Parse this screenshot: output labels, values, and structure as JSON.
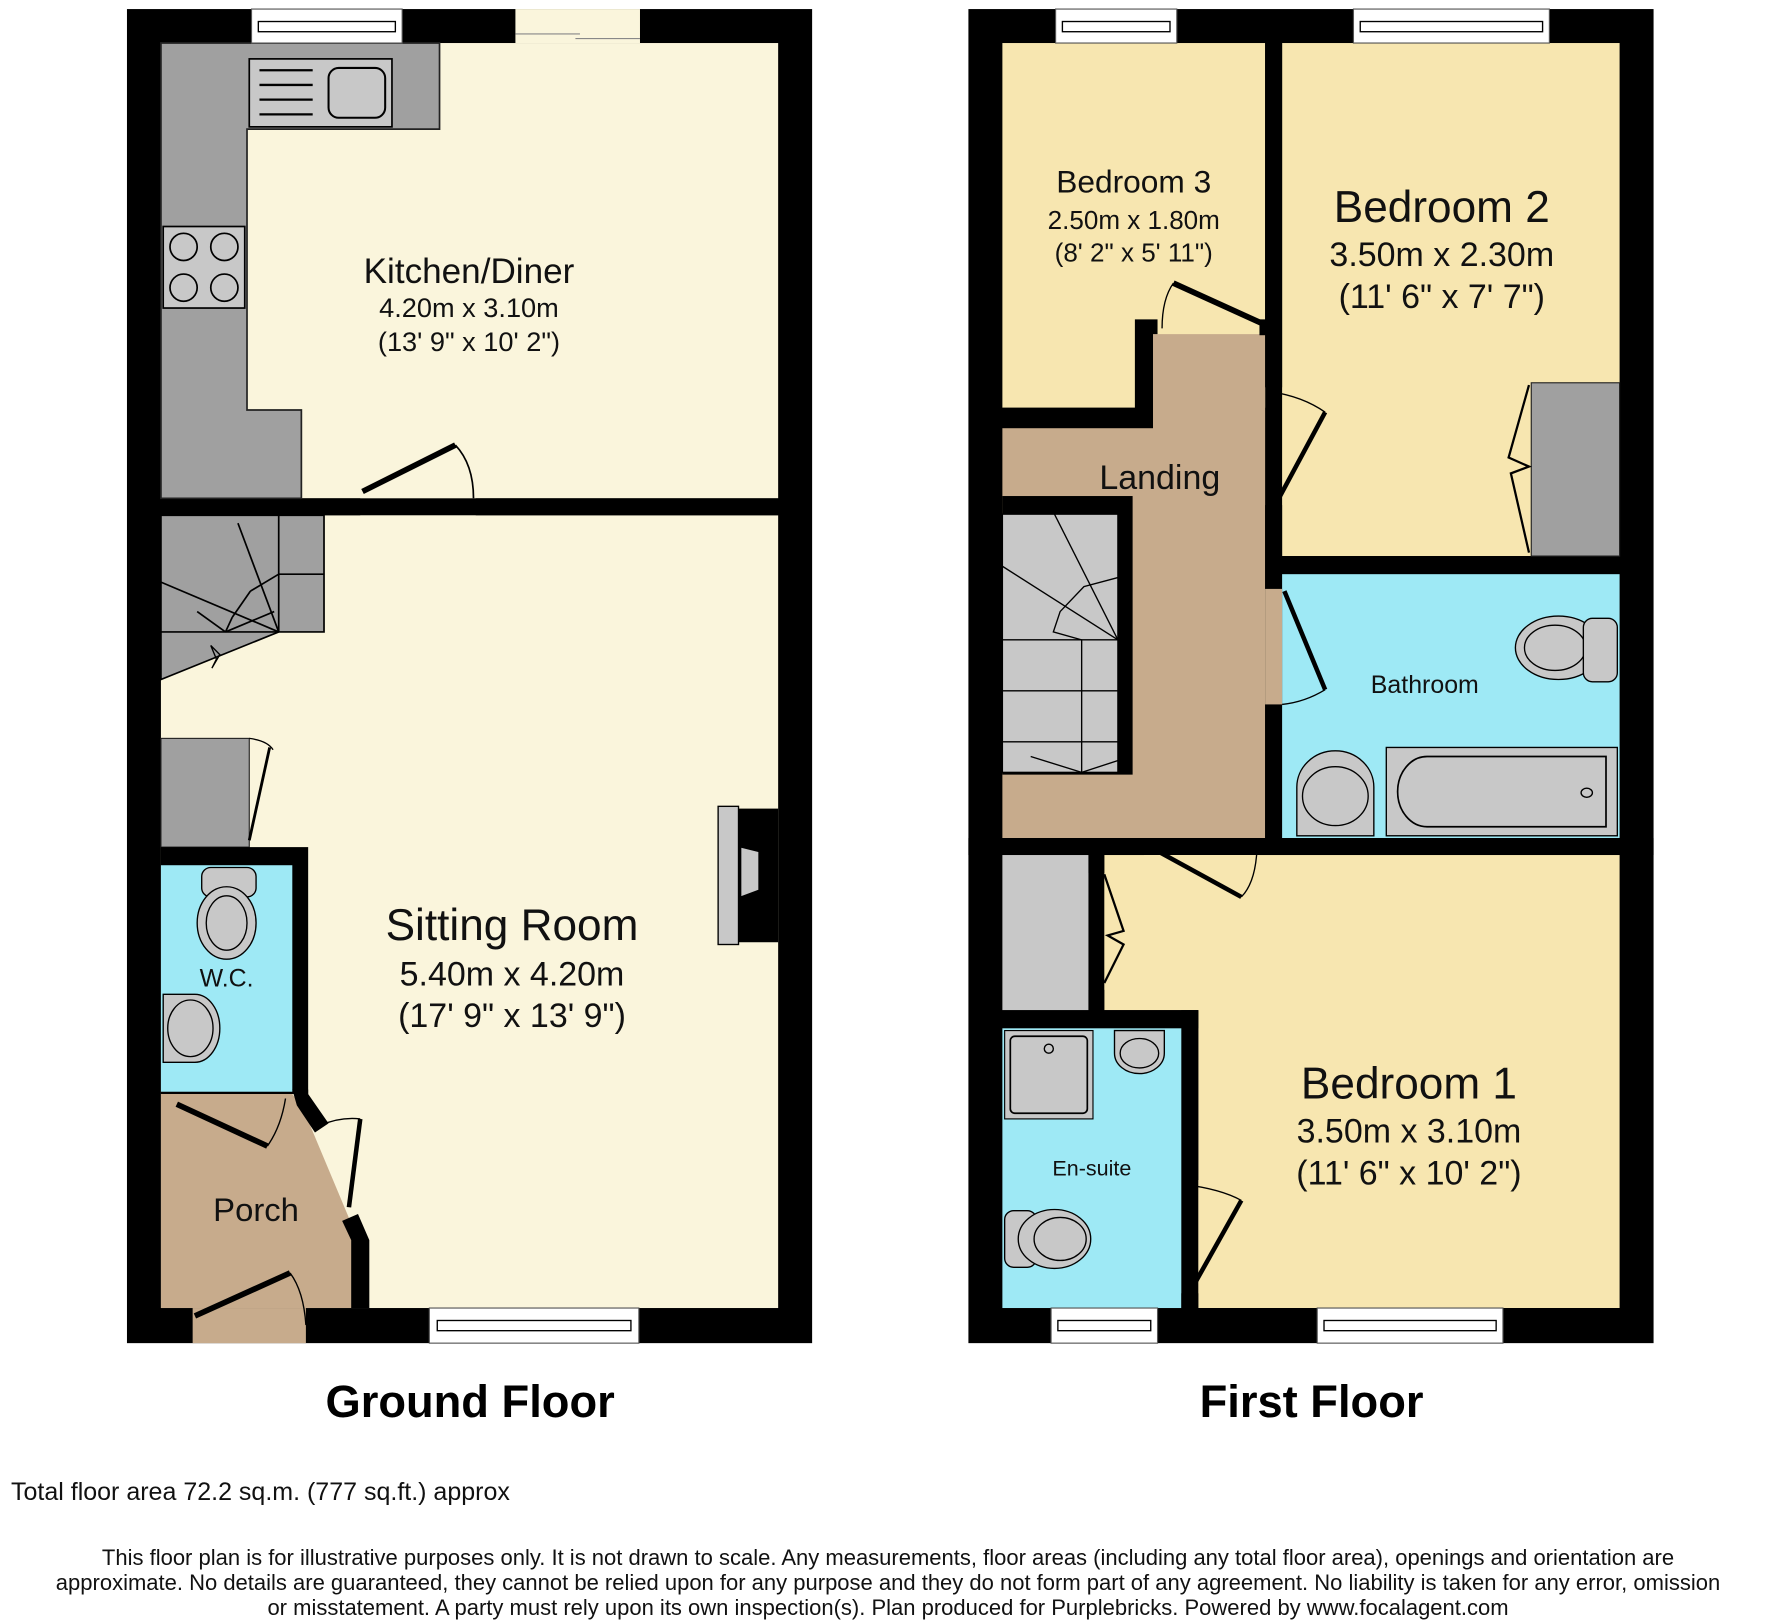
{
  "floors": [
    {
      "title": "Ground Floor",
      "rooms": [
        {
          "name": "Kitchen/Diner",
          "metric": "4.20m x 3.10m",
          "imperial": "(13' 9\" x 10' 2\")"
        },
        {
          "name": "Sitting Room",
          "metric": "5.40m x 4.20m",
          "imperial": "(17' 9\" x 13' 9\")"
        },
        {
          "name": "W.C.",
          "metric": "",
          "imperial": ""
        },
        {
          "name": "Porch",
          "metric": "",
          "imperial": ""
        }
      ]
    },
    {
      "title": "First Floor",
      "rooms": [
        {
          "name": "Bedroom 3",
          "metric": "2.50m x 1.80m",
          "imperial": "(8' 2\" x 5' 11\")"
        },
        {
          "name": "Bedroom 2",
          "metric": "3.50m x 2.30m",
          "imperial": "(11' 6\" x 7' 7\")"
        },
        {
          "name": "Landing",
          "metric": "",
          "imperial": ""
        },
        {
          "name": "Bathroom",
          "metric": "",
          "imperial": ""
        },
        {
          "name": "Bedroom 1",
          "metric": "3.50m x 3.10m",
          "imperial": "(11' 6\" x 10' 2\")"
        },
        {
          "name": "En-suite",
          "metric": "",
          "imperial": ""
        }
      ]
    }
  ],
  "footer": {
    "total_area": "Total floor area 72.2 sq.m. (777 sq.ft.) approx",
    "disclaimer_lines": [
      "This floor plan is for illustrative purposes only. It is not drawn to scale. Any measurements, floor areas (including any total floor area), openings and orientation are",
      "approximate. No details are guaranteed, they cannot be relied upon for any purpose and they do not form part of any agreement. No liability is taken for any error, omission",
      "or misstatement. A party must rely upon its own inspection(s). Plan produced for Purplebricks. Powered by www.focalagent.com"
    ]
  },
  "colors": {
    "wall": "#000000",
    "living": "#faf5dc",
    "bedroom": "#f7e6b0",
    "wet_room": "#9ee9f5",
    "hall": "#c7ab8c",
    "fixture": "#a0a0a0",
    "appliance": "#c8c8c8"
  }
}
